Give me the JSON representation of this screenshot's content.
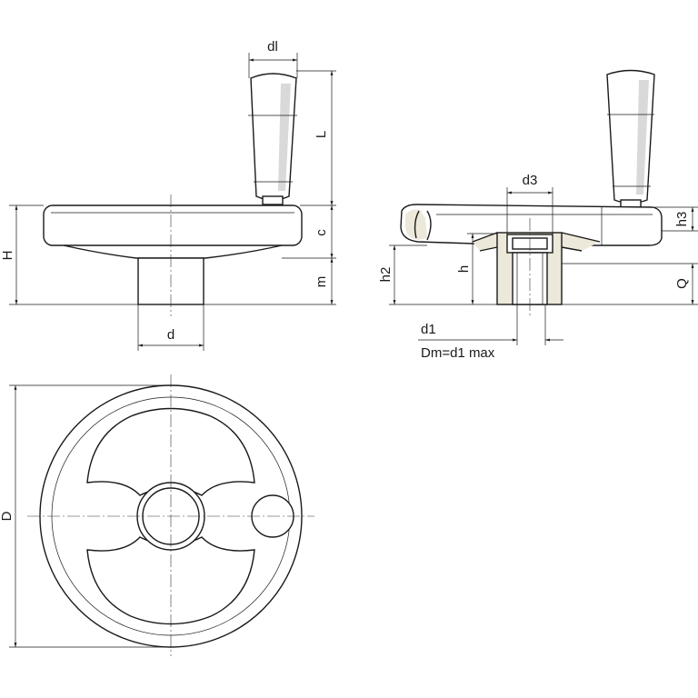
{
  "labels": {
    "dl": "dl",
    "L": "L",
    "H": "H",
    "c": "c",
    "m": "m",
    "d": "d",
    "D": "D",
    "d3": "d3",
    "h3": "h3",
    "h2": "h2",
    "h": "h",
    "Q": "Q",
    "d1": "d1",
    "Dm": "Dm=d1 max"
  },
  "colors": {
    "line": "#1a1a1a",
    "shade": "#ece8da",
    "highlight": "#d9d9d9"
  }
}
